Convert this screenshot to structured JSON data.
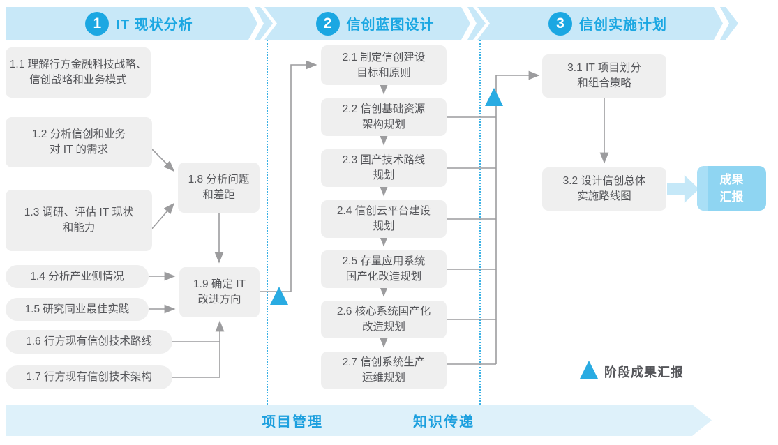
{
  "colors": {
    "accent_blue": "#1BA7E2",
    "band_bg": "#C8E8F8",
    "node_bg": "#EFEFEF",
    "node_text": "#55565A",
    "connector_gray": "#9C9C9E",
    "triangle_blue": "#29ABE2",
    "deliverable_bg": "#8FD5F2",
    "deliverable_stripe": "#A9DFF6",
    "bottom_band_bg": "#DEF1FA",
    "bottom_text": "#1B9FDE"
  },
  "phases": [
    {
      "number": "1",
      "title": "IT 现状分析"
    },
    {
      "number": "2",
      "title": "信创蓝图设计"
    },
    {
      "number": "3",
      "title": "信创实施计划"
    }
  ],
  "nodes": {
    "n1_1": [
      "1.1 理解行方金融科技战略、",
      "信创战略和业务模式"
    ],
    "n1_2": [
      "1.2 分析信创和业务",
      "对 IT 的需求"
    ],
    "n1_3": [
      "1.3 调研、评估 IT 现状",
      "和能力"
    ],
    "n1_4": [
      "1.4 分析产业侧情况"
    ],
    "n1_5": [
      "1.5 研究同业最佳实践"
    ],
    "n1_6": [
      "1.6 行方现有信创技术路线"
    ],
    "n1_7": [
      "1.7 行方现有信创技术架构"
    ],
    "n1_8": [
      "1.8 分析问题",
      "和差距"
    ],
    "n1_9": [
      "1.9 确定 IT",
      "改进方向"
    ],
    "n2_1": [
      "2.1 制定信创建设",
      "目标和原则"
    ],
    "n2_2": [
      "2.2 信创基础资源",
      "架构规划"
    ],
    "n2_3": [
      "2.3 国产技术路线",
      "规划"
    ],
    "n2_4": [
      "2.4 信创云平台建设",
      "规划"
    ],
    "n2_5": [
      "2.5 存量应用系统",
      "国产化改造规划"
    ],
    "n2_6": [
      "2.6 核心系统国产化",
      "改造规划"
    ],
    "n2_7": [
      "2.7 信创系统生产",
      "运维规划"
    ],
    "n3_1": [
      "3.1 IT 项目划分",
      "和组合策略"
    ],
    "n3_2": [
      "3.2 设计信创总体",
      "实施路线图"
    ]
  },
  "deliverable": {
    "lines": [
      "成果",
      "汇报"
    ]
  },
  "legend": {
    "label": "阶段成果汇报"
  },
  "bottom_bar": {
    "items": [
      "项目管理",
      "知识传递"
    ]
  }
}
